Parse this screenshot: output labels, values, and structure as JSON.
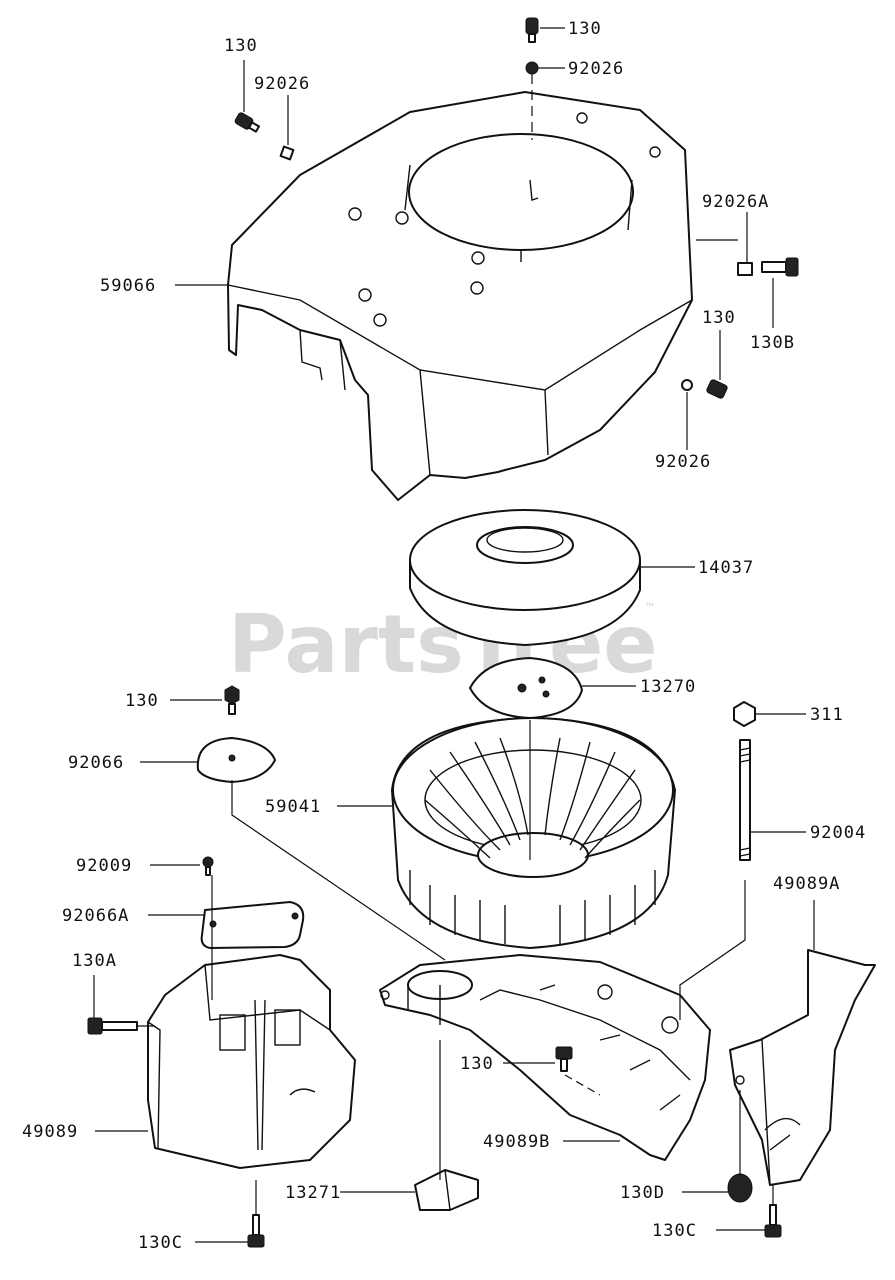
{
  "watermark": {
    "text": "PartsTree",
    "trademark": "™"
  },
  "callouts": [
    {
      "id": "c1",
      "text": "130"
    },
    {
      "id": "c2",
      "text": "92026"
    },
    {
      "id": "c3",
      "text": "130"
    },
    {
      "id": "c4",
      "text": "92026"
    },
    {
      "id": "c5",
      "text": "59066"
    },
    {
      "id": "c6",
      "text": "92026A"
    },
    {
      "id": "c7",
      "text": "130"
    },
    {
      "id": "c8",
      "text": "130B"
    },
    {
      "id": "c9",
      "text": "92026"
    },
    {
      "id": "c10",
      "text": "14037"
    },
    {
      "id": "c11",
      "text": "13270"
    },
    {
      "id": "c12",
      "text": "130"
    },
    {
      "id": "c13",
      "text": "311"
    },
    {
      "id": "c14",
      "text": "92066"
    },
    {
      "id": "c15",
      "text": "59041"
    },
    {
      "id": "c16",
      "text": "92004"
    },
    {
      "id": "c17",
      "text": "92009"
    },
    {
      "id": "c18",
      "text": "49089A"
    },
    {
      "id": "c19",
      "text": "92066A"
    },
    {
      "id": "c20",
      "text": "130A"
    },
    {
      "id": "c21",
      "text": "130"
    },
    {
      "id": "c22",
      "text": "49089"
    },
    {
      "id": "c23",
      "text": "49089B"
    },
    {
      "id": "c24",
      "text": "13271"
    },
    {
      "id": "c25",
      "text": "130D"
    },
    {
      "id": "c26",
      "text": "130C"
    },
    {
      "id": "c27",
      "text": "130C"
    }
  ]
}
